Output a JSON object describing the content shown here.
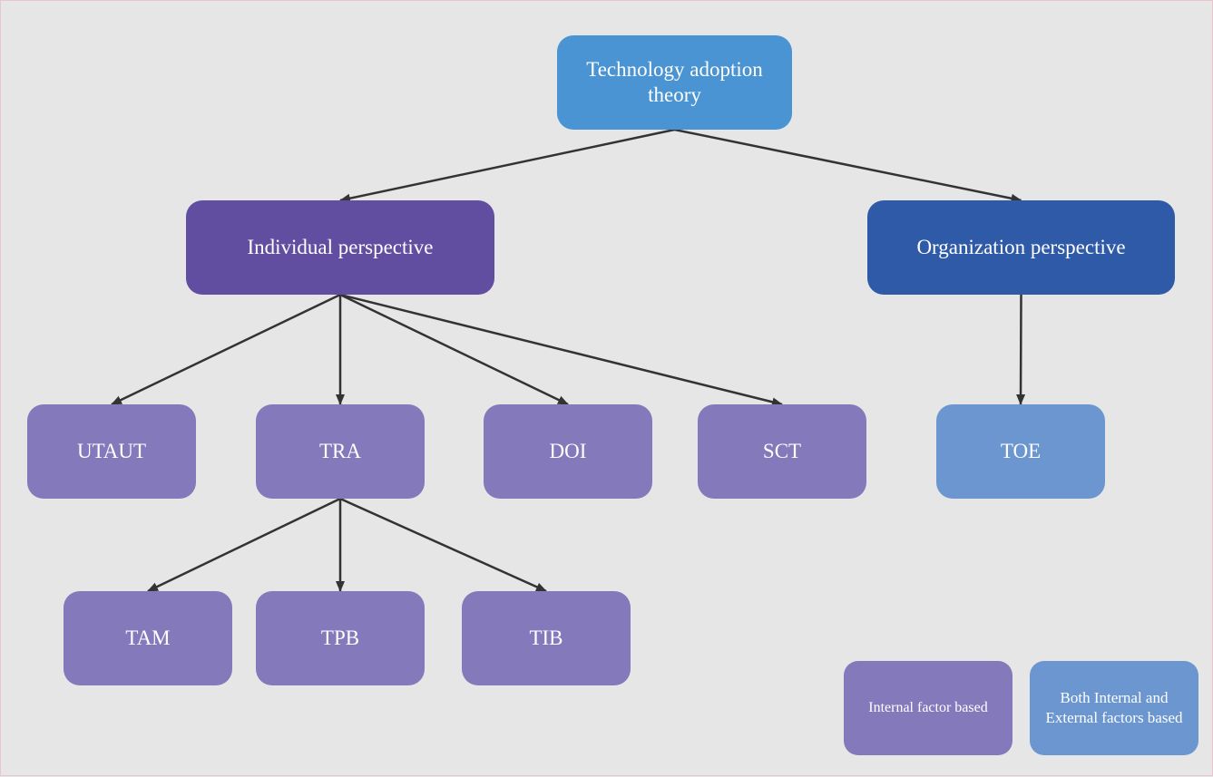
{
  "nodes": {
    "root": "Technology adoption theory",
    "individual": "Individual perspective",
    "organization": "Organization perspective",
    "utaut": "UTAUT",
    "tra": "TRA",
    "doi": "DOI",
    "sct": "SCT",
    "toe": "TOE",
    "tam": "TAM",
    "tpb": "TPB",
    "tib": "TIB"
  },
  "legend": {
    "internal": "Internal factor based",
    "both": "Both Internal and External factors based"
  },
  "colors": {
    "root": "#4a94d3",
    "individual": "#614ea0",
    "organization": "#2f5aa8",
    "internal_factor": "#8479bb",
    "both_factors": "#6b96d0",
    "edge": "#333333",
    "background": "#e6e6e6"
  },
  "edges": [
    [
      "root",
      "individual"
    ],
    [
      "root",
      "organization"
    ],
    [
      "individual",
      "utaut"
    ],
    [
      "individual",
      "tra"
    ],
    [
      "individual",
      "doi"
    ],
    [
      "individual",
      "sct"
    ],
    [
      "organization",
      "toe"
    ],
    [
      "tra",
      "tam"
    ],
    [
      "tra",
      "tpb"
    ],
    [
      "tra",
      "tib"
    ]
  ]
}
